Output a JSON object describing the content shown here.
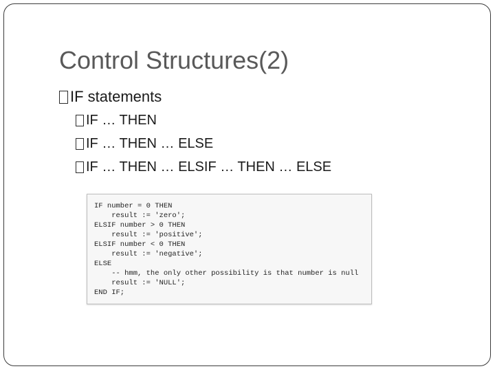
{
  "slide": {
    "title": "Control Structures(2)",
    "bullets": [
      {
        "level": 1,
        "text": "IF statements"
      },
      {
        "level": 2,
        "text": "IF  … THEN"
      },
      {
        "level": 2,
        "text": "IF … THEN … ELSE"
      },
      {
        "level": 2,
        "text": "IF … THEN … ELSIF … THEN … ELSE"
      }
    ],
    "bullet_icon": "box-glyph",
    "code_lines": [
      "IF number = 0 THEN",
      "    result := 'zero';",
      "ELSIF number > 0 THEN",
      "    result := 'positive';",
      "ELSIF number < 0 THEN",
      "    result := 'negative';",
      "ELSE",
      "    -- hmm, the only other possibility is that number is null",
      "    result := 'NULL';",
      "END IF;"
    ]
  }
}
